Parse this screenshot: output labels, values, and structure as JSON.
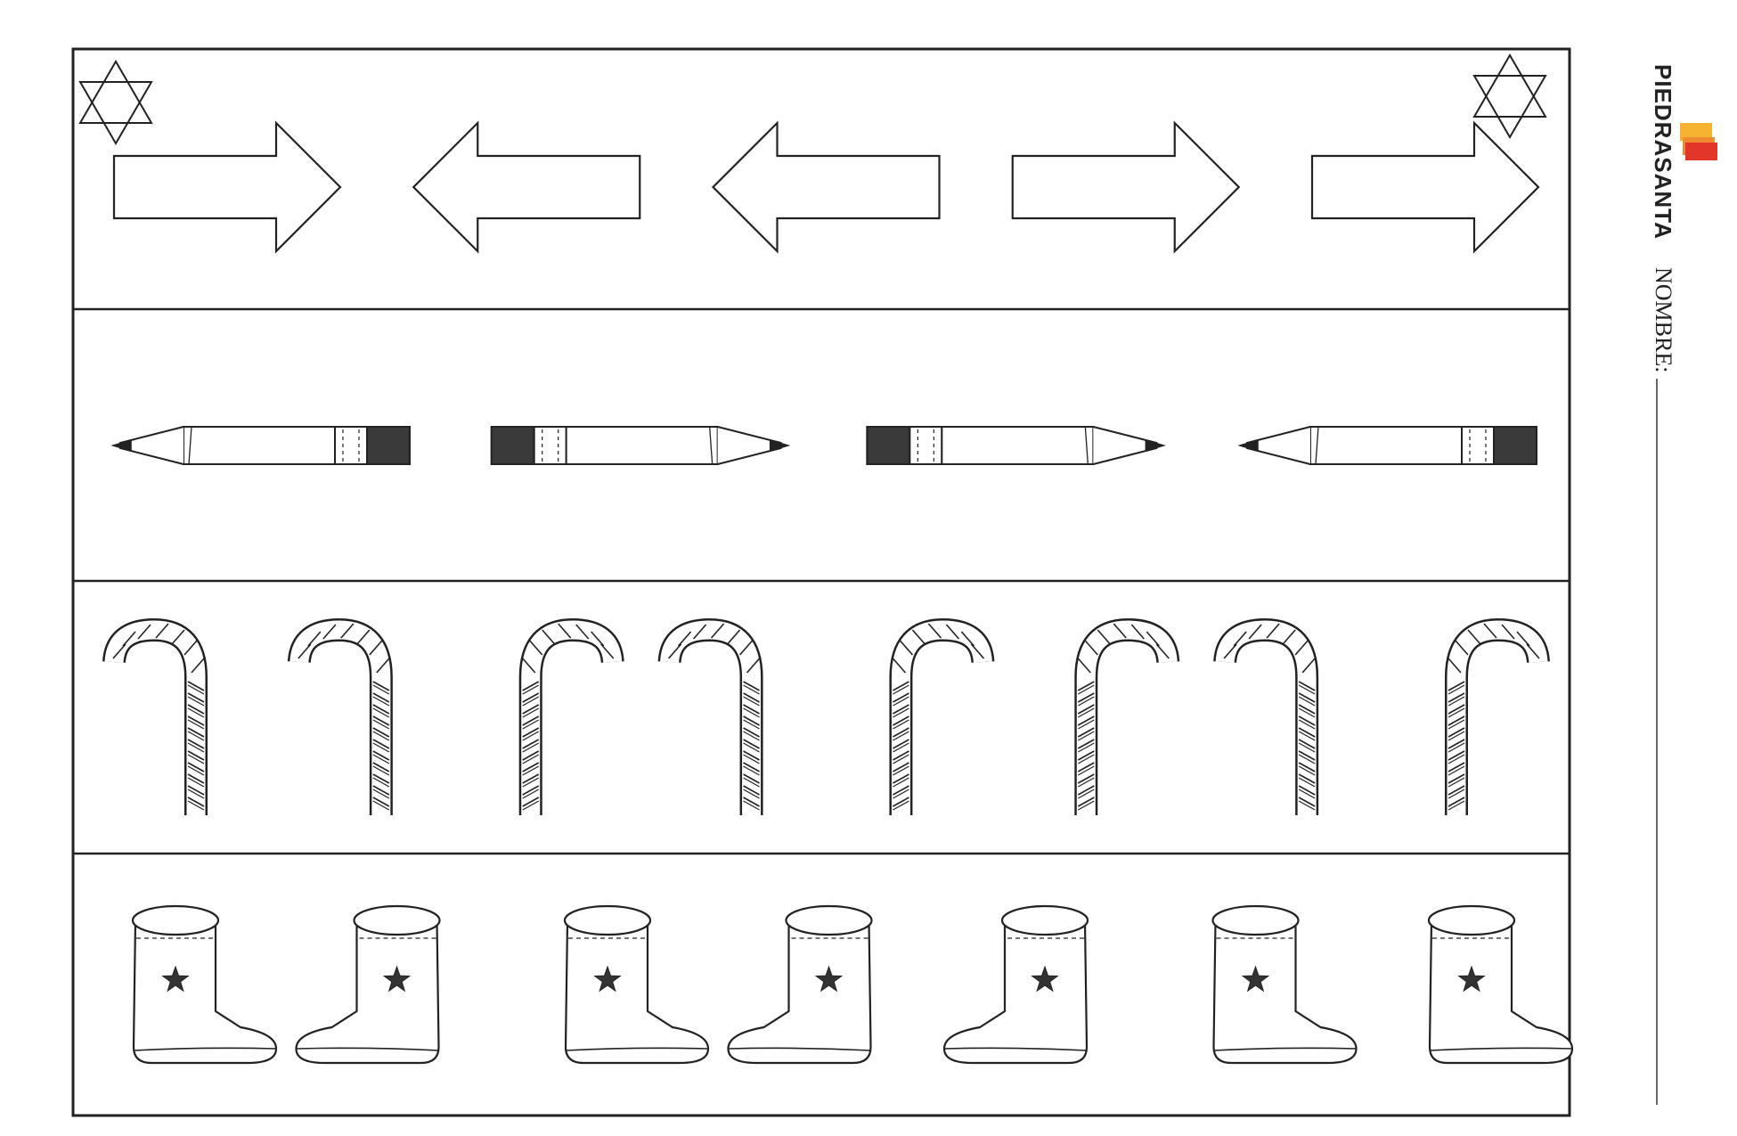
{
  "sidebar": {
    "brand": "PIEDRASANTA",
    "name_label": "NOMBRE:",
    "logo_colors": [
      "#f5b32f",
      "#ef8a2e",
      "#e2362b"
    ]
  },
  "worksheet": {
    "rows": [
      {
        "kind": "arrows",
        "items": [
          "right",
          "left",
          "left",
          "right",
          "right"
        ],
        "corner_icons": [
          "star-of-david",
          "star-of-david"
        ]
      },
      {
        "kind": "pencils",
        "items": [
          "left",
          "right",
          "right",
          "left"
        ]
      },
      {
        "kind": "candy-canes",
        "items": [
          "left",
          "left",
          "right",
          "left",
          "right",
          "right",
          "left",
          "right"
        ]
      },
      {
        "kind": "boots",
        "items": [
          "right",
          "left",
          "right",
          "left",
          "left",
          "right",
          "right"
        ]
      }
    ]
  }
}
